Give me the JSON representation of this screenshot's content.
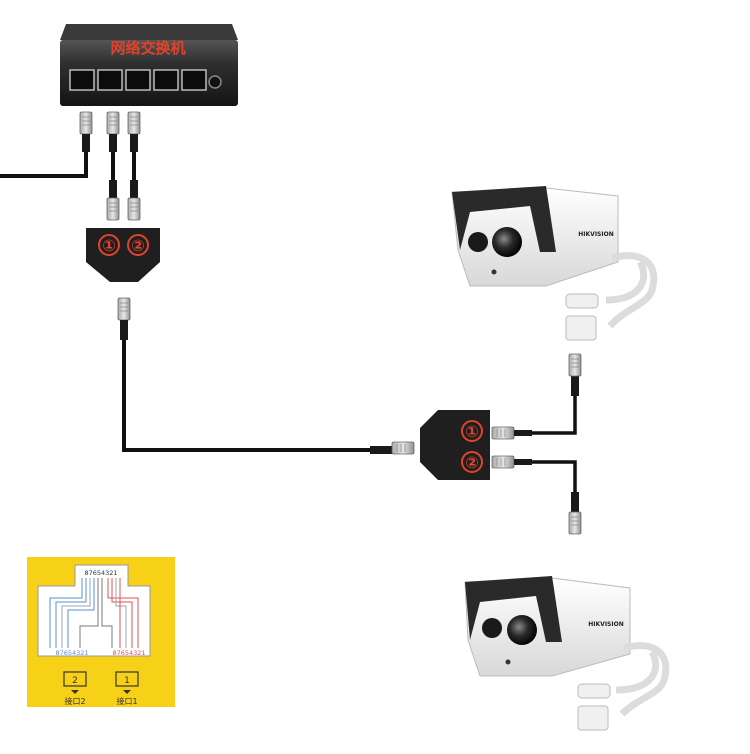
{
  "switch": {
    "label": "网络交换机",
    "label_color": "#e0432b",
    "port_count": 5
  },
  "splitters": [
    {
      "port1_label": "①",
      "port2_label": "②"
    },
    {
      "port1_label": "①",
      "port2_label": "②"
    }
  ],
  "cameras": [
    {
      "brand": "HIKVISION"
    },
    {
      "brand": "HIKVISION"
    }
  ],
  "pinout_card": {
    "top_pins": "87654321",
    "left_pins": "87654321",
    "right_pins": "87654321",
    "left_port_number": "2",
    "left_port_caption": "接口2",
    "right_port_number": "1",
    "right_port_caption": "接口1",
    "background": "#f7d117"
  },
  "colors": {
    "cable": "#111111",
    "splitter_body": "#1f1f1f",
    "badge": "#e0432b",
    "camera_body": "#f2f2f2",
    "camera_hood": "#2a2a2a",
    "rj45_plug": "#8a8a8a"
  }
}
